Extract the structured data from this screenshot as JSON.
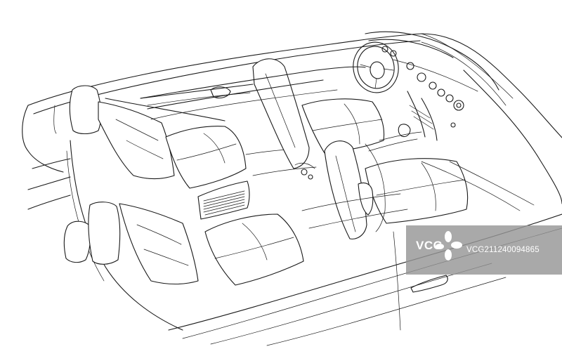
{
  "illustration": {
    "subject": "convertible-car-interior-line-drawing",
    "line_color": "#1a1a1a",
    "background_color": "#ffffff"
  },
  "watermark": {
    "brand": "VCG",
    "image_id": "VCG211240094865",
    "box_color": "#969696",
    "text_color": "#ffffff"
  }
}
